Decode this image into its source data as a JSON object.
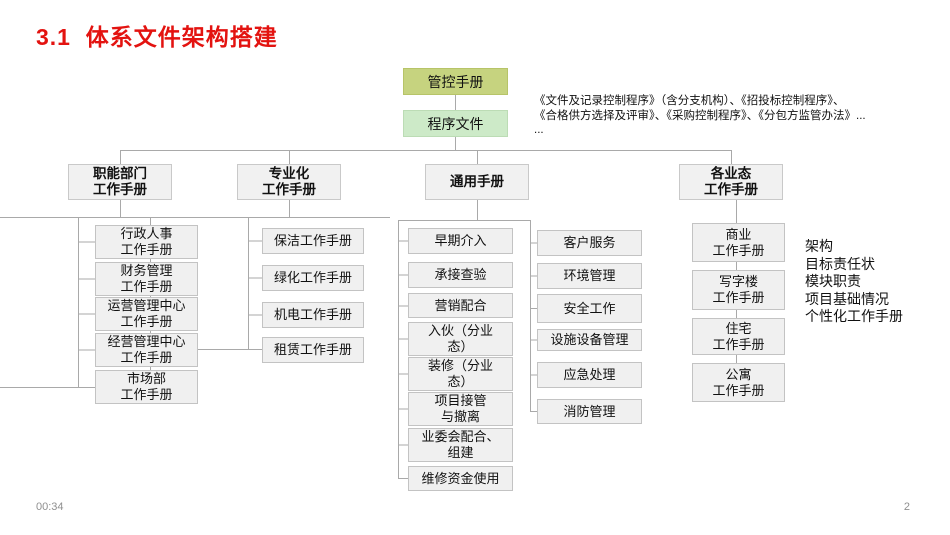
{
  "title": "3.1  体系文件架构搭建",
  "top_chain": {
    "control_manual": "管控手册",
    "procedure_files": "程序文件",
    "procedure_note_lines": [
      "《文件及记录控制程序》（含分支机构）、《招投标控制程序》、",
      "《合格供方选择及评审》、《采购控制程序》、《分包方监管办法》...",
      "..."
    ]
  },
  "branches": {
    "functional": {
      "label": "职能部门\n工作手册",
      "children": [
        "行政人事\n工作手册",
        "财务管理\n工作手册",
        "运营管理中心\n工作手册",
        "经营管理中心\n工作手册",
        "市场部\n工作手册"
      ]
    },
    "specialized": {
      "label": "专业化\n工作手册",
      "children": [
        "保洁工作手册",
        "绿化工作手册",
        "机电工作手册",
        "租赁工作手册"
      ]
    },
    "general": {
      "label": "通用手册",
      "left_children": [
        "早期介入",
        "承接查验",
        "营销配合",
        "入伙（分业\n态）",
        "装修（分业\n态）",
        "项目接管\n与撤离",
        "业委会配合、\n组建",
        "维修资金使用"
      ],
      "right_children": [
        "客户服务",
        "环境管理",
        "安全工作",
        "设施设备管理",
        "应急处理",
        "消防管理"
      ]
    },
    "business_formats": {
      "label": "各业态\n工作手册",
      "children": [
        "商业\n工作手册",
        "写字楼\n工作手册",
        "住宅\n工作手册",
        "公寓\n工作手册"
      ],
      "annotation_lines": [
        "架构",
        "目标责任状",
        "模块职责",
        "项目基础情况",
        "个性化工作手册"
      ]
    }
  },
  "footer": {
    "timer": "00:34",
    "page_number": "2"
  },
  "colors": {
    "title_red": "#e31310",
    "control_manual_bg": "#c6d37f",
    "procedure_files_bg": "#cdeac8",
    "node_bg": "#f0f0f0",
    "node_border": "#c3c3c3",
    "connector": "#a9a9a9"
  }
}
